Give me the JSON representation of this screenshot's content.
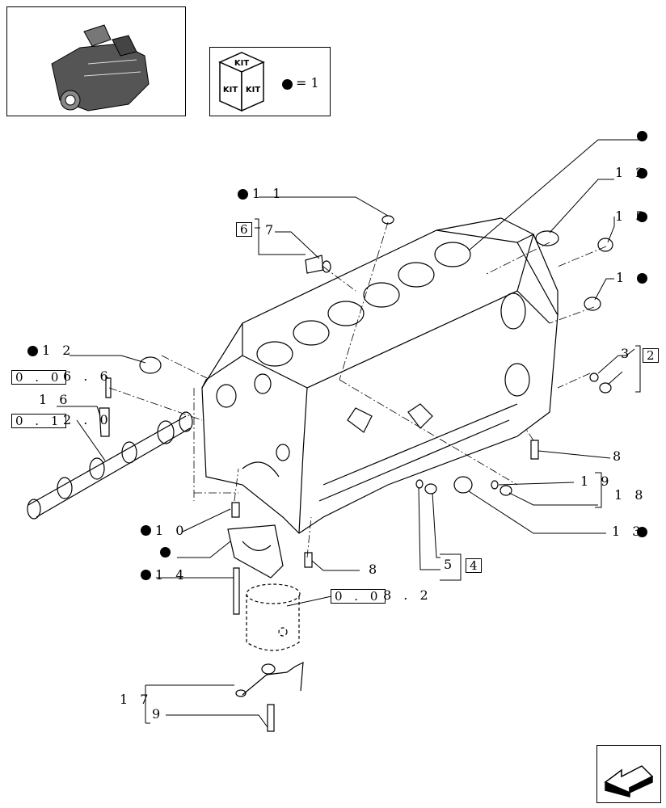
{
  "legend": {
    "kit_word": "KIT",
    "equals_text": "= 1"
  },
  "labels": {
    "l1_full": "1",
    "l11": "1 1",
    "l7": "7",
    "l6": "6",
    "l12a": "1 2",
    "l15": "1 5",
    "l1": "1",
    "l3": "3",
    "l2": "2",
    "l12b": "1 2",
    "ref_006_prefix": "0 . 0",
    "ref_006_suffix": "6 . 6",
    "l16": "1 6",
    "ref_012_prefix": "0 . 1",
    "ref_012_suffix": "2 . 0",
    "l8a": "8",
    "l19": "1 9",
    "l18": "1 8",
    "l13": "1 3",
    "l10": "1 0",
    "l8b": "8",
    "l5": "5",
    "l4": "4",
    "l14": "1 4",
    "ref_008_prefix": "0 . 0",
    "ref_008_suffix": "8 . 2",
    "l17": "1 7",
    "l9": "9"
  },
  "colors": {
    "ink": "#000000",
    "paper": "#ffffff"
  },
  "icons": [
    "engine-thumbnail-icon",
    "kit-cube-icon",
    "navigation-arrow-icon"
  ]
}
